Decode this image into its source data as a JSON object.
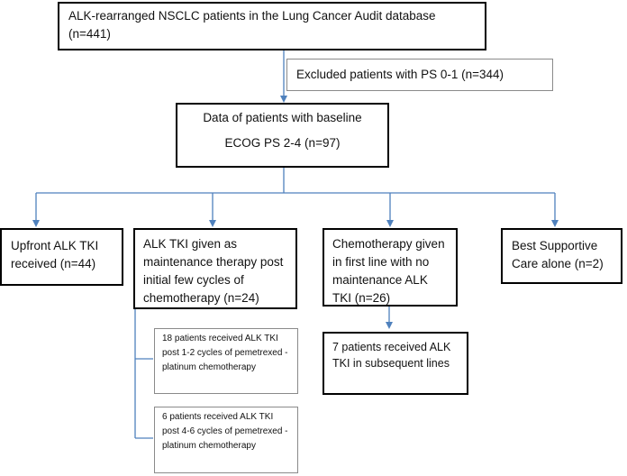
{
  "diagram": {
    "colors": {
      "connector": "#4f81bd",
      "box_border": "#000000",
      "subbox_border": "#8a8a8a"
    },
    "top_box": "ALK-rearranged NSCLC patients in the Lung Cancer Audit database (n=441)",
    "excluded": "Excluded patients with PS 0-1 (n=344)",
    "baseline": {
      "line1": "Data of patients with baseline",
      "line2": "ECOG PS 2-4 (n=97)"
    },
    "branches": {
      "upfront": "Upfront ALK TKI received (n=44)",
      "maintenance": "ALK TKI given as maintenance therapy post initial few cycles of chemotherapy (n=24)",
      "chemo": "Chemotherapy given in first line with no maintenance ALK TKI (n=26)",
      "bsc": "Best Supportive Care alone (n=2)"
    },
    "sub_boxes": {
      "cycles_1_2": "18 patients received ALK TKI post 1-2 cycles of pemetrexed -platinum chemotherapy",
      "cycles_4_6": "6 patients received ALK TKI post 4-6 cycles of pemetrexed -platinum chemotherapy",
      "subsequent": "7 patients received ALK TKI in subsequent lines"
    }
  }
}
